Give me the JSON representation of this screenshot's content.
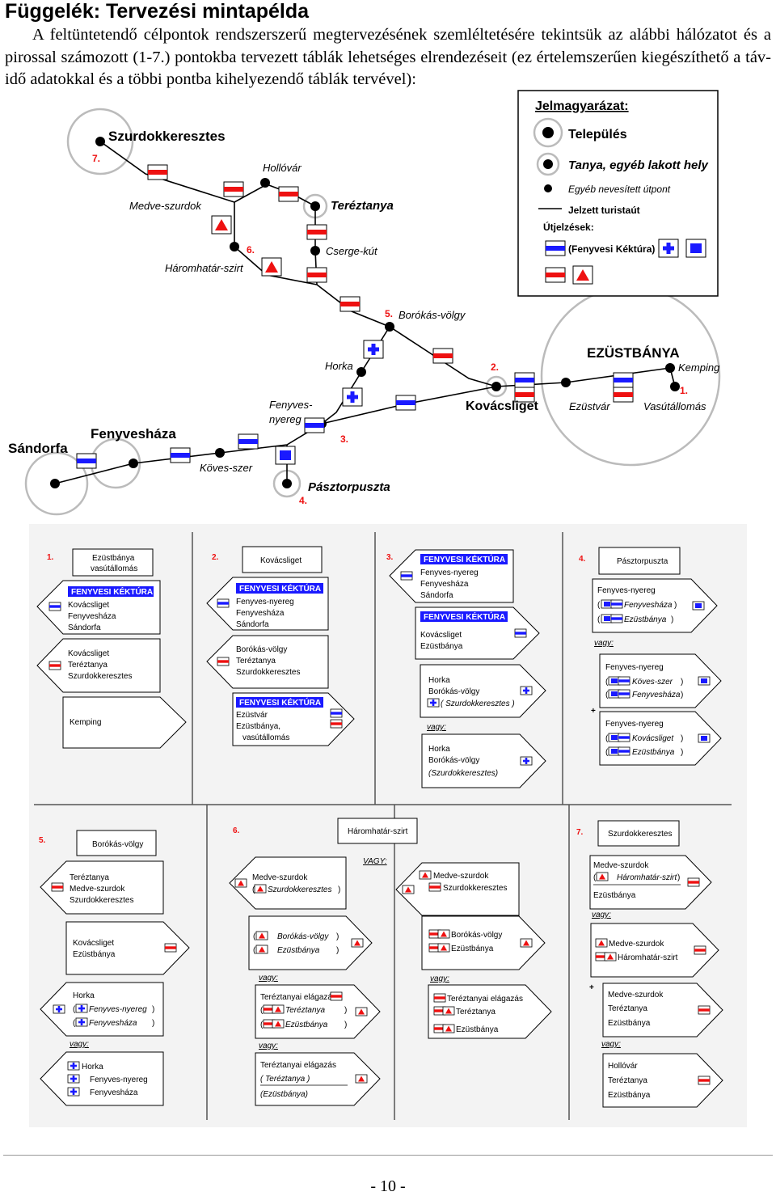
{
  "title": "Függelék: Tervezési mintapélda",
  "intro": "A feltüntetendő célpontok rendszerszerű megtervezésének szemléltetésére tekintsük az alábbi hálózatot és a pirossal számozott (1-7.) pontokba tervezett táblák lehetséges elrendezéseit (ez értelemszerűen kiegészíthető a táv-idő adatokkal és a többi pontba kihelyezendő táblák tervével):",
  "legend": {
    "title": "Jelmagyarázat:",
    "settlement": "Település",
    "farm": "Tanya, egyéb lakott hely",
    "named_point": "Egyéb nevesített útpont",
    "marked_trail": "Jelzett turistaút",
    "trail_signs": "Útjelzések:",
    "trail_blue": "(Fenyvesi Kéktúra)"
  },
  "colors": {
    "blue": "#1a1aff",
    "red": "#ee1111",
    "circle": "#cccccc",
    "gray_bg": "#f2f2f2"
  },
  "map": {
    "places": {
      "szurdokkeresztes": "Szurdokkeresztes",
      "hollovar": "Hollóvár",
      "medve_szurdok": "Medve-szurdok",
      "tereztanya": "Teréztanya",
      "haromhatar_szirt": "Háromhatár-szirt",
      "csergo_kut": "Cserge-kút",
      "borokas_volgy": "Borókás-völgy",
      "horka": "Horka",
      "eztustbanya": "EZÜSTBÁNYA",
      "kemping": "Kemping",
      "kovacsliget": "Kovácsliget",
      "ezustvar": "Ezüstvár",
      "vasutallomas": "Vasútállomás",
      "fenyves_nyereg_1": "Fenyves-",
      "fenyves_nyereg_2": "nyereg",
      "fenyveshaza": "Fenyvesháza",
      "sandorfa": "Sándorfa",
      "koves_szer": "Köves-szer",
      "pasztorpuszta": "Pásztorpuszta"
    },
    "numbers": {
      "n1": "1.",
      "n2": "2.",
      "n3": "3.",
      "n4": "4.",
      "n5": "5.",
      "n6": "6.",
      "n7": "7."
    }
  },
  "signs": {
    "p1": {
      "num": "1.",
      "head_1": "Ezüstbánya",
      "head_2": "vasútállomás",
      "a_title": "FENYVESI KÉKTÚRA",
      "a_1": "Kovácsliget",
      "a_2": "Fenyvesháza",
      "a_3": "Sándorfa",
      "b_1": "Kovácsliget",
      "b_2": "Teréztanya",
      "b_3": "Szurdokkeresztes",
      "c_1": "Kemping"
    },
    "p2": {
      "num": "2.",
      "head": "Kovácsliget",
      "a_title": "FENYVESI KÉKTÚRA",
      "a_1": "Fenyves-nyereg",
      "a_2": "Fenyvesháza",
      "a_3": "Sándorfa",
      "b_1": "Borókás-völgy",
      "b_2": "Teréztanya",
      "b_3": "Szurdokkeresztes",
      "c_title": "FENYVESI KÉKTÚRA",
      "c_1": "Ezüstvár",
      "c_2": "Ezüstbánya,",
      "c_3": "vasútállomás"
    },
    "p3": {
      "num": "3.",
      "a_title": "FENYVESI KÉKTÚRA",
      "a_1": "Fenyves-nyereg",
      "a_2": "Fenyvesháza",
      "a_3": "Sándorfa",
      "b_title": "FENYVESI KÉKTÚRA",
      "b_1": "Kovácsliget",
      "b_2": "Ezüstbánya",
      "c_1": "Horka",
      "c_2": "Borókás-völgy",
      "c_3": "( Szurdokkeresztes )",
      "or": "vagy:",
      "d_1": "Horka",
      "d_2": "Borókás-völgy",
      "d_3": "(Szurdokkeresztes)"
    },
    "p4": {
      "num": "4.",
      "head": "Pásztorpuszta",
      "a_1": "Fenyves-nyereg",
      "a_2": "Fenyvesháza",
      "a_3": "Ezüstbánya",
      "or": "vagy:",
      "b_1": "Fenyves-nyereg",
      "b_2": "Köves-szer",
      "b_3": "Fenyvesháza",
      "plus": "+",
      "c_1": "Fenyves-nyereg",
      "c_2": "Kovácsliget",
      "c_3": "Ezüstbánya"
    },
    "p5": {
      "num": "5.",
      "head": "Borókás-völgy",
      "a_1": "Teréztanya",
      "a_2": "Medve-szurdok",
      "a_3": "Szurdokkeresztes",
      "b_1": "Kovácsliget",
      "b_2": "Ezüstbánya",
      "c_1": "Horka",
      "c_2": "Fenyves-nyereg",
      "c_3": "Fenyvesháza",
      "or": "vagy:",
      "d_1": "Horka",
      "d_2": "Fenyves-nyereg",
      "d_3": "Fenyvesháza"
    },
    "p6": {
      "num": "6.",
      "head": "Háromhatár-szirt",
      "or_caps": "VAGY:",
      "a_1": "Medve-szurdok",
      "a_2": "Szurdokkeresztes",
      "b_1": "Borókás-völgy",
      "b_2": "Ezüstbánya",
      "or": "vagy:",
      "c_1": "Teréztanyai elágazás",
      "c_2": "Teréztanya",
      "c_3": "Ezüstbánya",
      "d_1": "Teréztanyai elágazás",
      "d_2": "( Teréztanya )",
      "d_3": "(Ezüstbánya)",
      "e_1": "Medve-szurdok",
      "e_2": "Szurdokkeresztes",
      "f_1": "Borókás-völgy",
      "f_2": "Ezüstbánya",
      "g_1": "Teréztanyai elágazás",
      "g_2": "Teréztanya",
      "g_3": "Ezüstbánya"
    },
    "p7": {
      "num": "7.",
      "head": "Szurdokkeresztes",
      "a_1": "Medve-szurdok",
      "a_2": "Háromhatár-szirt",
      "a_3": "Ezüstbánya",
      "or": "vagy:",
      "b_1": "Medve-szurdok",
      "b_2": "Háromhatár-szirt",
      "plus": "+",
      "c_1": "Medve-szurdok",
      "c_2": "Teréztanya",
      "c_3": "Ezüstbánya",
      "d_1": "Hollóvár",
      "d_2": "Teréztanya",
      "d_3": "Ezüstbánya"
    }
  },
  "page_number": "- 10 -"
}
